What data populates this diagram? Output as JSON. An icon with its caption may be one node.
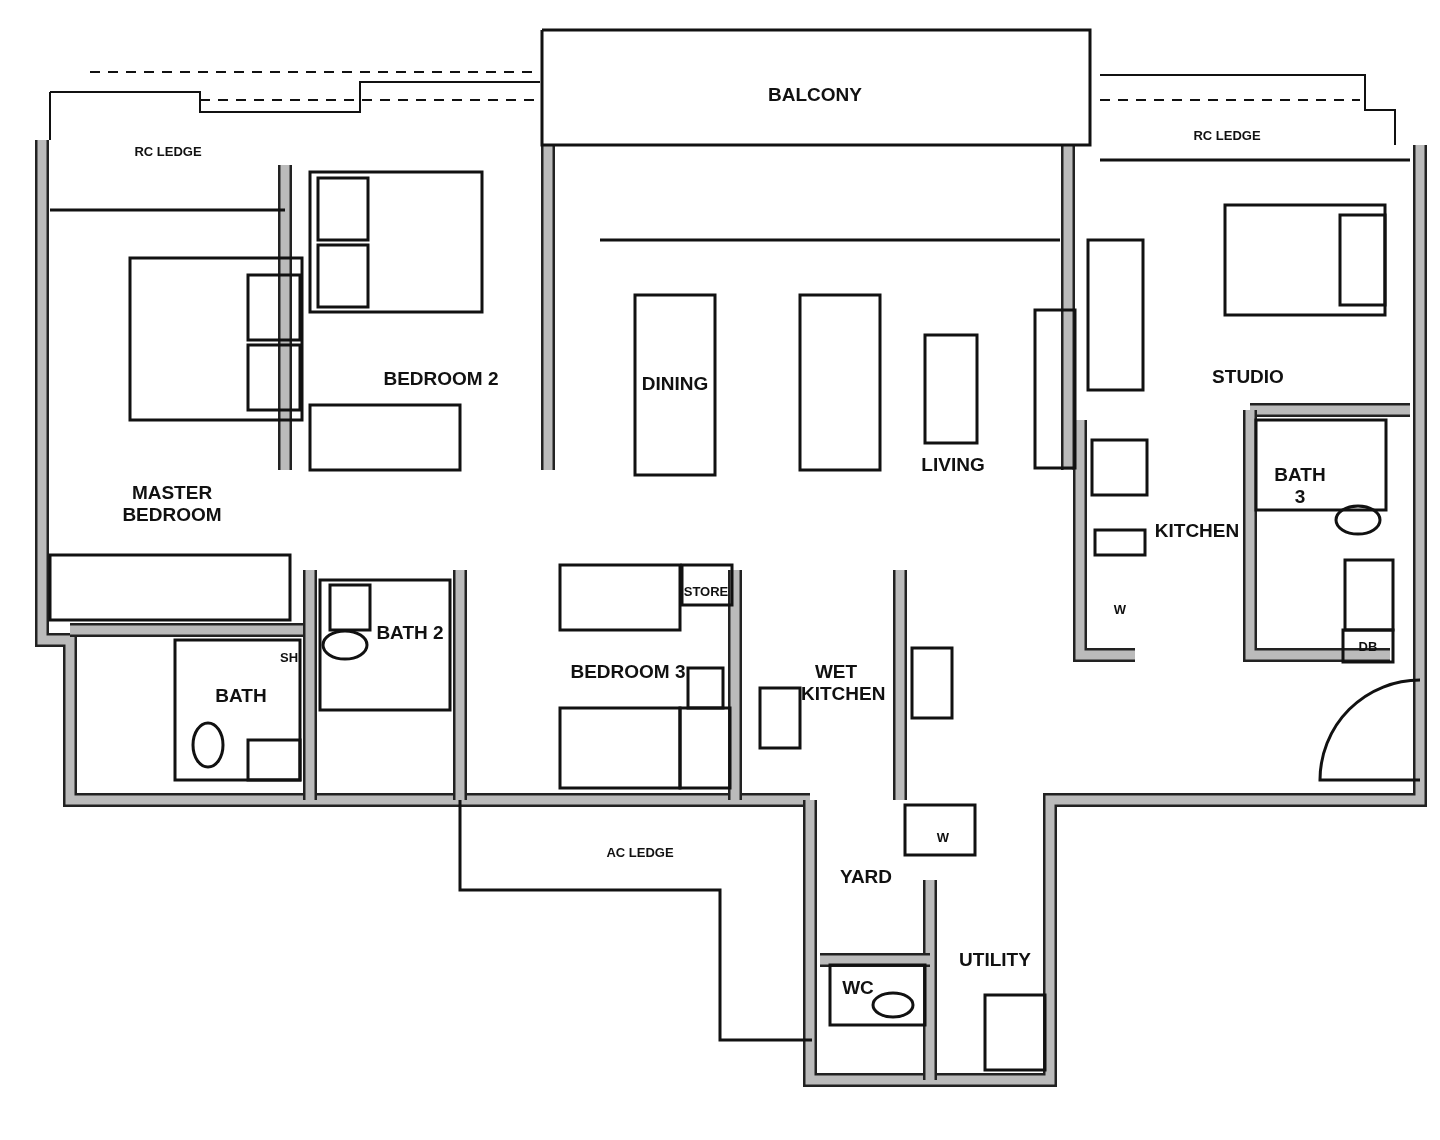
{
  "diagram": {
    "labels": [
      "BALCONY",
      "RC LEDGE",
      "RC LEDGE",
      "BEDROOM 2",
      "STUDIO",
      "DINING",
      "LIVING",
      "BATH 3",
      "MASTER BEDROOM",
      "KITCHEN",
      "STORE",
      "W",
      "BATH 2",
      "SH",
      "DB",
      "BEDROOM 3",
      "WET KITCHEN",
      "BATH",
      "W",
      "AC LEDGE",
      "YARD",
      "UTILITY",
      "WC"
    ]
  }
}
